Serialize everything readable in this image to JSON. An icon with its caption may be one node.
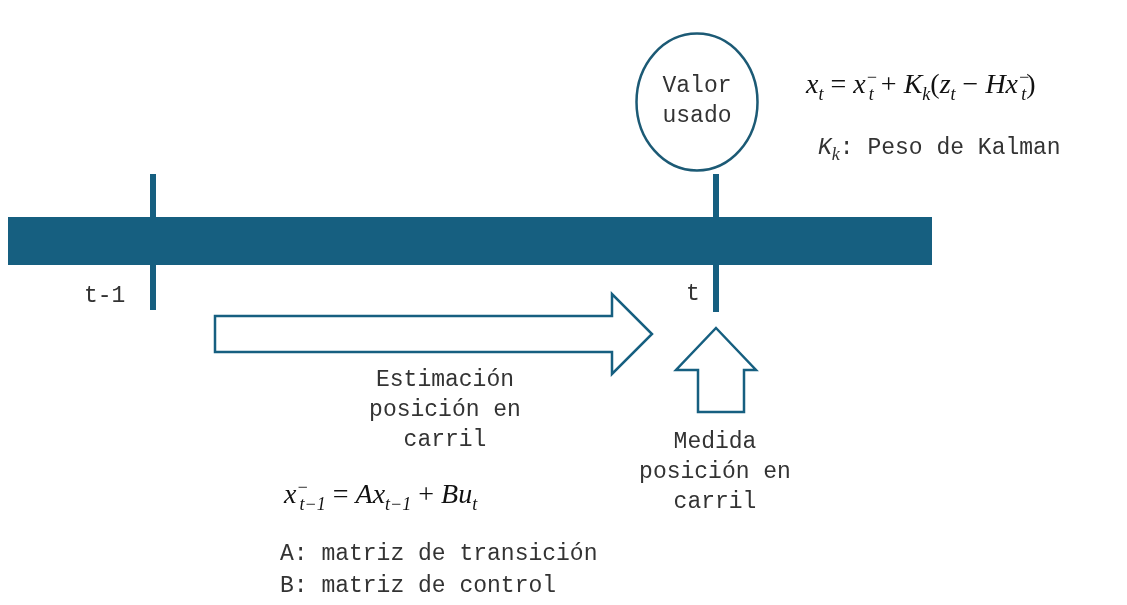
{
  "diagram": {
    "nodes": [
      {
        "text": [
          "Valor usado"
        ]
      },
      {
        "text": [],
        "shape": "bar"
      }
    ],
    "labels": [
      "*x*$_{t}$ = *x*$^{−}$$_{t}$ + *K*$_{k}$(*z*$_{t}$ − *Hx*$^{−}$$_{t}$)",
      "*K*$_{k}$: Peso de Kalman",
      "t-1",
      "t",
      "Estimación posición en carril",
      "Medida posición en carril",
      "*x*$^{−}$$_{t−1}$ = *Ax*$_{t−1}$ + *Bu*$_{t}$",
      "A: matriz de transición",
      "B: matriz de control"
    ]
  }
}
